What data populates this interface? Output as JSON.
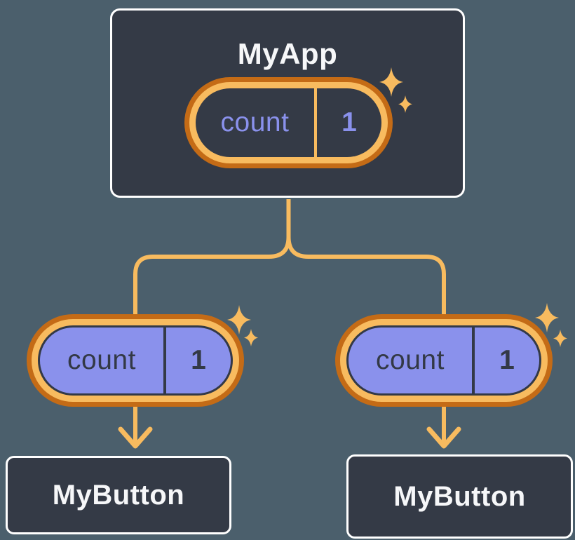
{
  "theme": {
    "background": "#4B5F6C",
    "node_fill": "#343A46",
    "node_border": "#FFFFFF",
    "text_light": "#F6F7F9",
    "text_dark": "#333946",
    "purple": "#8A91EC",
    "orange_dark": "#C46B16",
    "orange_light": "#F8BB5F"
  },
  "icons": {
    "sparkle_icon": "✦"
  },
  "diagram": {
    "root": {
      "title": "MyApp",
      "state": {
        "name": "count",
        "value": "1"
      }
    },
    "branches": [
      {
        "state": {
          "name": "count",
          "value": "1"
        },
        "child": {
          "title": "MyButton"
        }
      },
      {
        "state": {
          "name": "count",
          "value": "1"
        },
        "child": {
          "title": "MyButton"
        }
      }
    ]
  }
}
